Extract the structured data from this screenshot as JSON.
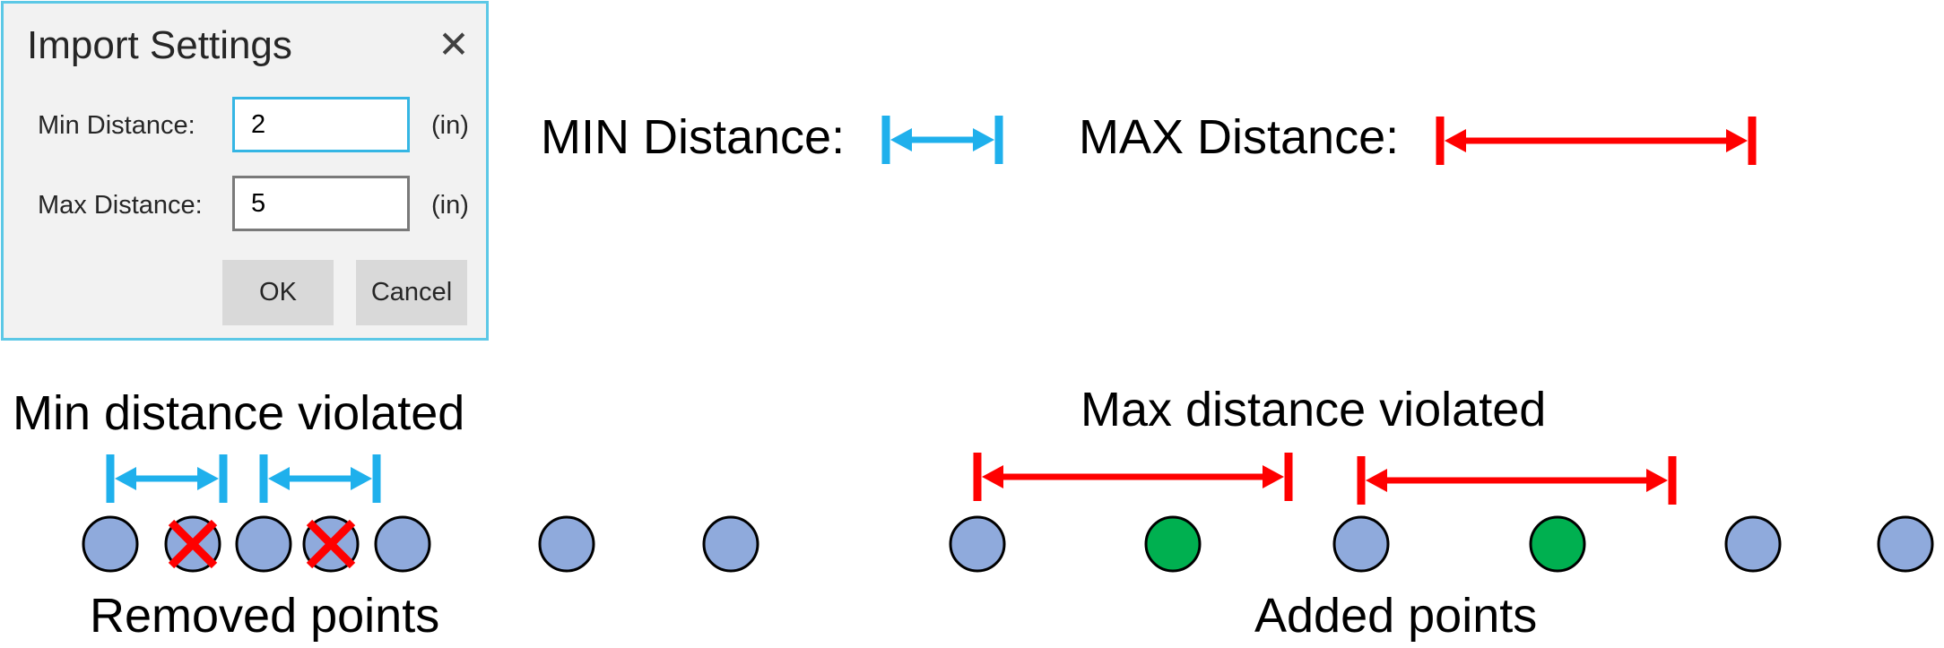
{
  "dialog": {
    "title": "Import Settings",
    "close_glyph": "✕",
    "min_label": "Min Distance:",
    "min_value": "2",
    "min_unit": "(in)",
    "max_label": "Max Distance:",
    "max_value": "5",
    "max_unit": "(in)",
    "ok_label": "OK",
    "cancel_label": "Cancel"
  },
  "legend": {
    "min_label": "MIN Distance:",
    "max_label": "MAX Distance:"
  },
  "sections": {
    "min_violated": "Min distance violated",
    "max_violated": "Max distance violated",
    "removed": "Removed points",
    "added": "Added points"
  },
  "colors": {
    "min_arrow": "#1fb0ec",
    "max_arrow": "#ff0000",
    "point_fill": "#8faadc",
    "added_fill": "#00b050",
    "removed_mark": "#ff0000"
  },
  "points": [
    {
      "kind": "normal"
    },
    {
      "kind": "removed"
    },
    {
      "kind": "normal"
    },
    {
      "kind": "removed"
    },
    {
      "kind": "normal"
    },
    {
      "kind": "normal"
    },
    {
      "kind": "normal"
    },
    {
      "kind": "normal"
    },
    {
      "kind": "added"
    },
    {
      "kind": "normal"
    },
    {
      "kind": "added"
    },
    {
      "kind": "normal"
    },
    {
      "kind": "normal"
    }
  ]
}
